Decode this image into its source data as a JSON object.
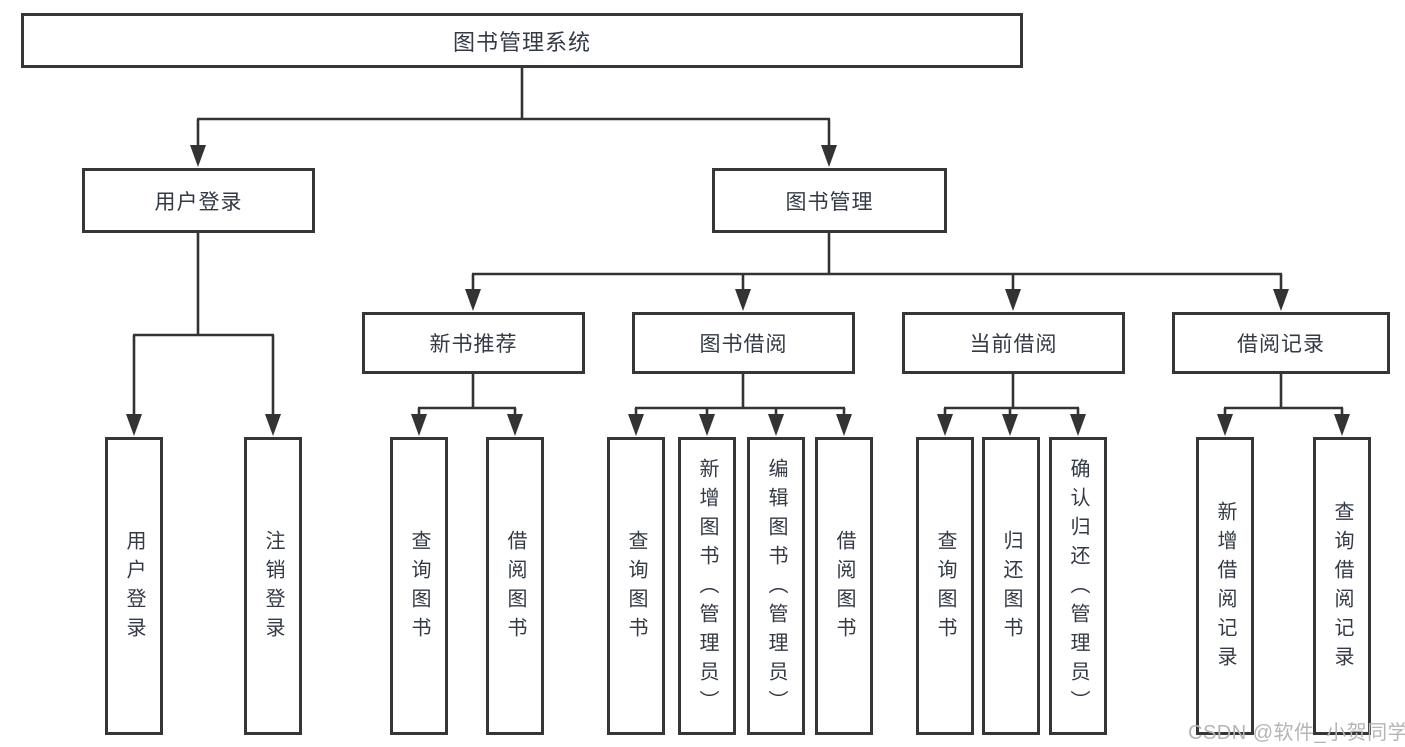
{
  "diagram": {
    "root": {
      "label": "图书管理系统"
    },
    "level2": [
      {
        "id": "user-login",
        "label": "用户登录"
      },
      {
        "id": "book-management",
        "label": "图书管理"
      }
    ],
    "level3": [
      {
        "id": "new-book-recommend",
        "label": "新书推荐",
        "parent": "图书管理"
      },
      {
        "id": "book-borrow",
        "label": "图书借阅",
        "parent": "图书管理"
      },
      {
        "id": "current-borrow",
        "label": "当前借阅",
        "parent": "图书管理"
      },
      {
        "id": "borrow-records",
        "label": "借阅记录",
        "parent": "图书管理"
      }
    ],
    "leaves": [
      {
        "parent": "用户登录",
        "label": "用户登录"
      },
      {
        "parent": "用户登录",
        "label": "注销登录"
      },
      {
        "parent": "新书推荐",
        "label": "查询图书"
      },
      {
        "parent": "新书推荐",
        "label": "借阅图书"
      },
      {
        "parent": "图书借阅",
        "label": "查询图书"
      },
      {
        "parent": "图书借阅",
        "label": "新增图书（管理员）"
      },
      {
        "parent": "图书借阅",
        "label": "编辑图书（管理员）"
      },
      {
        "parent": "图书借阅",
        "label": "借阅图书"
      },
      {
        "parent": "当前借阅",
        "label": "查询图书"
      },
      {
        "parent": "当前借阅",
        "label": "归还图书"
      },
      {
        "parent": "当前借阅",
        "label": "确认归还（管理员）"
      },
      {
        "parent": "借阅记录",
        "label": "新增借阅记录"
      },
      {
        "parent": "借阅记录",
        "label": "查询借阅记录"
      }
    ],
    "colors": {
      "line": "#333333",
      "box_border": "#363636",
      "text": "#333a45",
      "watermark": "#b5b5b5",
      "background": "#ffffff"
    },
    "watermark": "CSDN @软件_小贺同学"
  }
}
